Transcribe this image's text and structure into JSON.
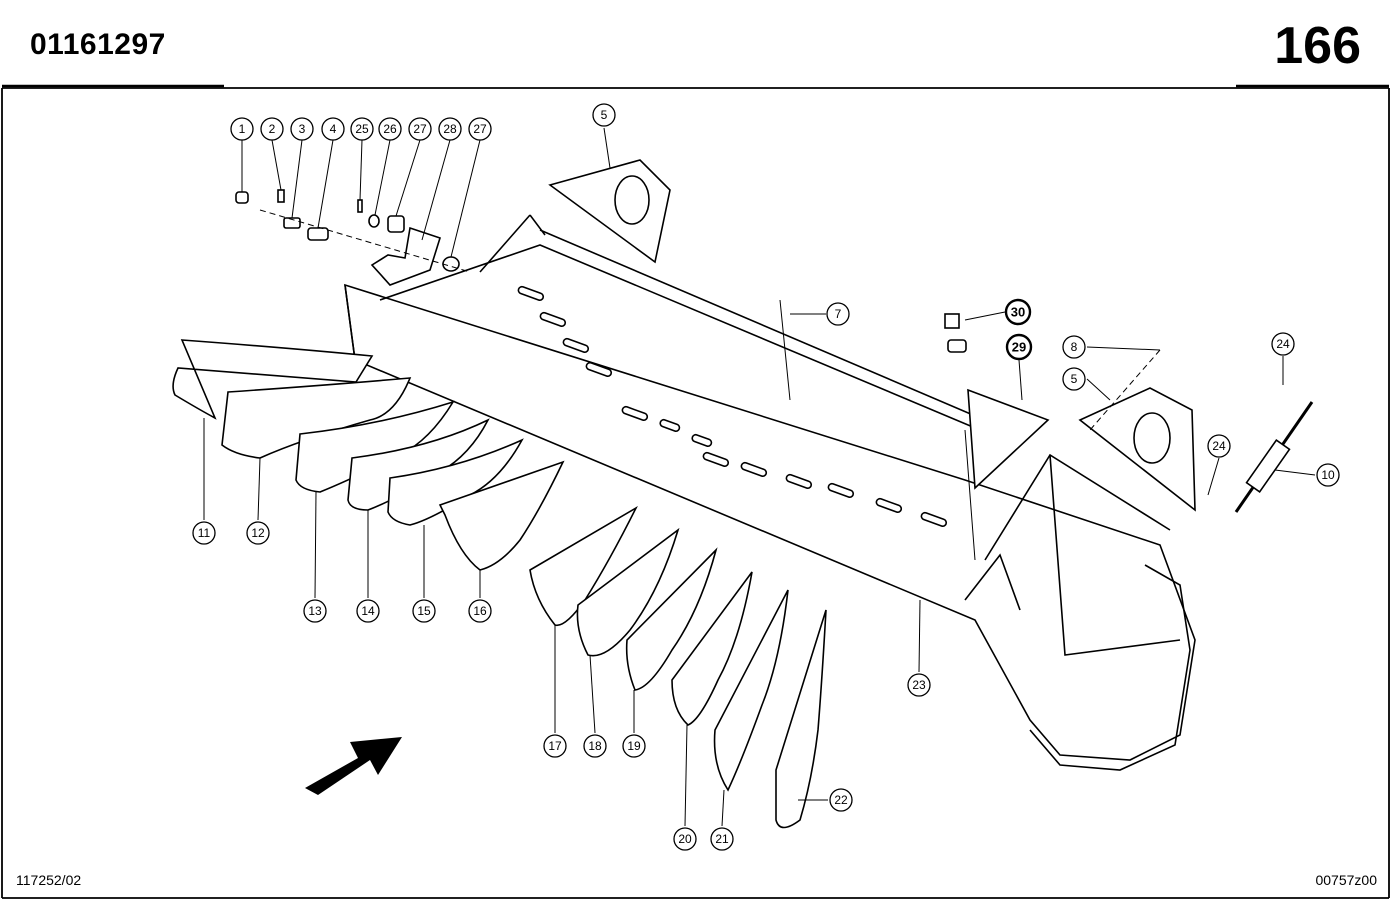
{
  "header": {
    "part_number": "01161297",
    "page": "166"
  },
  "footer": {
    "left_code": "117252/02",
    "right_code": "00757z00"
  },
  "callouts": {
    "c1": "1",
    "c2": "2",
    "c3": "3",
    "c4": "4",
    "c25": "25",
    "c26": "26",
    "c27a": "27",
    "c28": "28",
    "c27b": "27",
    "c5a": "5",
    "c7": "7",
    "c30": "30",
    "c29": "29",
    "c8": "8",
    "c5b": "5",
    "c24a": "24",
    "c24b": "24",
    "c10": "10",
    "c11": "11",
    "c12": "12",
    "c13": "13",
    "c14": "14",
    "c15": "15",
    "c16": "16",
    "c17": "17",
    "c18": "18",
    "c19": "19",
    "c20": "20",
    "c21": "21",
    "c22": "22",
    "c23": "23"
  }
}
